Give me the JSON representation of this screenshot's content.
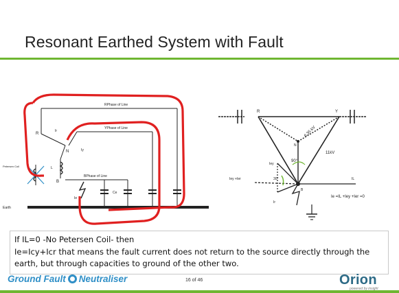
{
  "slide": {
    "title": "Resonant Earthed System with Fault",
    "page_number": "16 of 46"
  },
  "colors": {
    "accent_green": "#6fb632",
    "highlight_red": "#e02020",
    "brand_blue": "#2f8fc7",
    "orion_blue": "#2c6a86"
  },
  "left_circuit": {
    "r_phase_label": "RPhase of Line",
    "y_phase_label": "YPhase of Line",
    "b_phase_label": "BPhase of Line",
    "node_r": "R",
    "node_n": "N",
    "node_b": "B",
    "current_lr": "Ir",
    "current_ly": "Iy",
    "current_l": "L",
    "current_lb": "Ib",
    "current_le": "Ie",
    "coil_label": "Petersen Coil",
    "cap_label": "Ce",
    "earth_label": "Earth"
  },
  "phasor": {
    "node_r": "R",
    "node_y": "Y",
    "node_n": "N",
    "node_b": "B",
    "voltage_label": "6.35 kV",
    "voltage_11kv": "11kV",
    "angle_90": "90°",
    "angle_30": "30°",
    "current_iy": "Iey",
    "current_ir": "Ir",
    "current_sum": "Iey +Ier",
    "current_l": "IL",
    "equation": "Ie =IL +Iey +Ier =0"
  },
  "note": {
    "line1": "If IL=0 -No Petersen Coil- then",
    "line2": "Ie=Icy+Icr  that means the fault current does not return to the source directly through the",
    "line3": "earth, but through capacities to ground of the other two."
  },
  "footer": {
    "brand_left": "Ground Fault",
    "brand_left_2": "Neutraliser",
    "brand_right": "Orion",
    "brand_right_tag": "powered by insight"
  }
}
